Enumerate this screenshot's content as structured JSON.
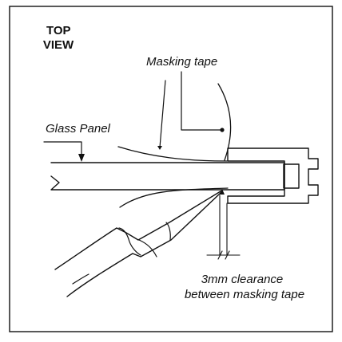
{
  "diagram": {
    "title_line1": "TOP",
    "title_line2": "VIEW",
    "labels": {
      "masking_tape": "Masking tape",
      "glass_panel": "Glass Panel",
      "clearance_line1": "3mm clearance",
      "clearance_line2": "between masking tape"
    }
  },
  "colors": {
    "stroke": "#111111",
    "background": "#ffffff"
  }
}
